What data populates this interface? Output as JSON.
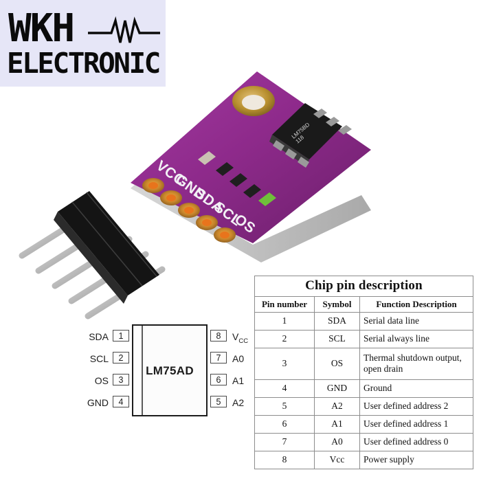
{
  "brand": {
    "name": "WKH",
    "subtitle": "ELECTRONIC",
    "badge_bg": "#e6e6f7",
    "text_color": "#0b0b0b",
    "wave_icon": "resistor-waveform-icon"
  },
  "product": {
    "board_color": "#8e2a8b",
    "pad_color": "#d8a43a",
    "chip_part": "LM75AD",
    "silkscreen_labels": [
      "VCC",
      "GND",
      "SDA",
      "SCL",
      "OS"
    ],
    "pad_count": 5,
    "header_pin_count": 5
  },
  "pinout_diagram": {
    "chip_name": "LM75AD",
    "left_pins": [
      {
        "number": "1",
        "label": "SDA"
      },
      {
        "number": "2",
        "label": "SCL"
      },
      {
        "number": "3",
        "label": "OS"
      },
      {
        "number": "4",
        "label": "GND"
      }
    ],
    "right_pins": [
      {
        "number": "8",
        "label": "V",
        "sub": "CC"
      },
      {
        "number": "7",
        "label": "A0",
        "sub": ""
      },
      {
        "number": "6",
        "label": "A1",
        "sub": ""
      },
      {
        "number": "5",
        "label": "A2",
        "sub": ""
      }
    ]
  },
  "table": {
    "title": "Chip pin description",
    "headers": [
      "Pin number",
      "Symbol",
      "Function Description"
    ],
    "rows": [
      {
        "pin": "1",
        "symbol": "SDA",
        "description": "Serial data line",
        "tall": false
      },
      {
        "pin": "2",
        "symbol": "SCL",
        "description": "Serial always line",
        "tall": false
      },
      {
        "pin": "3",
        "symbol": "OS",
        "description": "Thermal shutdown output, open drain",
        "tall": true
      },
      {
        "pin": "4",
        "symbol": "GND",
        "description": "Ground",
        "tall": false
      },
      {
        "pin": "5",
        "symbol": "A2",
        "description": "User defined address 2",
        "tall": false
      },
      {
        "pin": "6",
        "symbol": "A1",
        "description": "User defined address 1",
        "tall": false
      },
      {
        "pin": "7",
        "symbol": "A0",
        "description": "User defined address 0",
        "tall": false
      },
      {
        "pin": "8",
        "symbol": "Vcc",
        "description": "Power supply",
        "tall": false
      }
    ]
  }
}
